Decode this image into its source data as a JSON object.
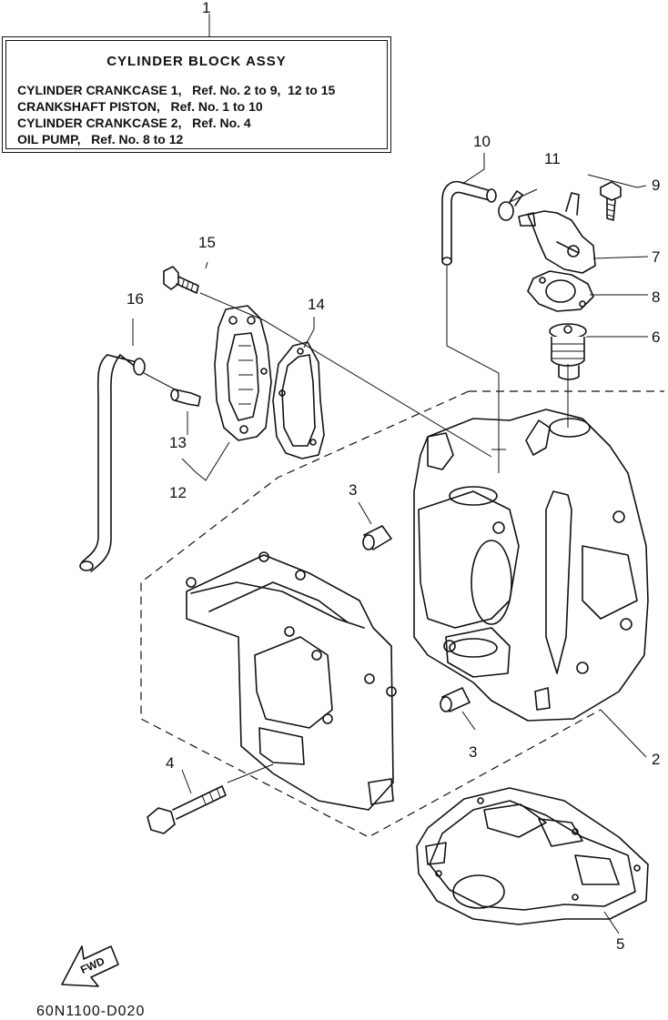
{
  "title_box": {
    "ref": "1",
    "title": "CYLINDER BLOCK ASSY",
    "lines": [
      "CYLINDER CRANKCASE 1,   Ref. No. 2 to 9,  12 to 15",
      "CRANKSHAFT PISTON,   Ref. No. 1 to 10",
      "CYLINDER CRANKCASE 2,   Ref. No. 4",
      "OIL PUMP,   Ref. No. 8 to 12"
    ]
  },
  "callouts": {
    "n2": "2",
    "n3a": "3",
    "n3b": "3",
    "n4": "4",
    "n5": "5",
    "n6": "6",
    "n7": "7",
    "n8": "8",
    "n9": "9",
    "n10": "10",
    "n11": "11",
    "n12": "12",
    "n13": "13",
    "n14": "14",
    "n15": "15",
    "n16": "16"
  },
  "fwd_label": "FWD",
  "diagram_code": "60N1100-D020"
}
